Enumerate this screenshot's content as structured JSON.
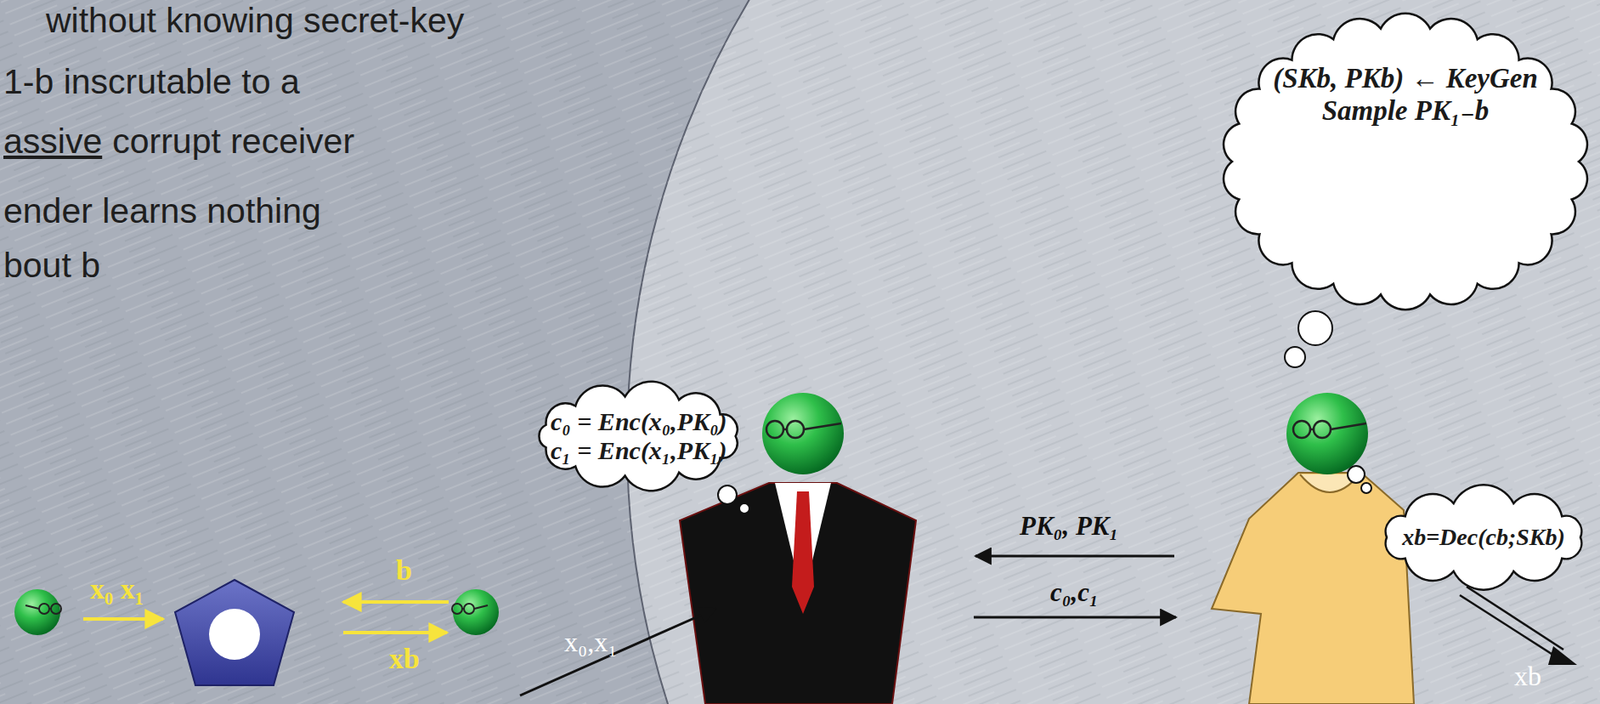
{
  "diagram": {
    "nodes": [
      {
        "text": [
          "c₀ = Enc(x₀,PK₀)",
          "c₁ = Enc(x₁,PK₁)"
        ]
      },
      {
        "text": [
          "(SKb, PKb) ← KeyGen",
          "Sample PK₁₋b"
        ]
      },
      {
        "text": [
          "xb=Dec(cb;SKb)"
        ]
      }
    ],
    "labels": [
      "without knowing secret-key",
      "1-b inscrutable to a",
      "assive",
      "corrupt receiver",
      "ender learns nothing",
      "bout b",
      "x₀ x₁",
      "b",
      "xb",
      "x₀,x₁",
      "PK₀, PK₁",
      "c₀,c₁",
      "xb"
    ]
  }
}
